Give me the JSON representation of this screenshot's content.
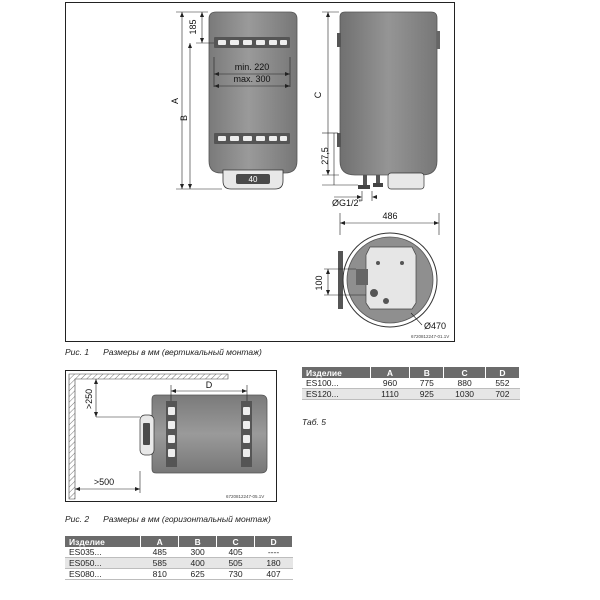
{
  "figure1": {
    "caption_number": "Рис. 1",
    "caption_text": "Размеры в мм (вертикальный монтаж)",
    "labels": {
      "dim_185": "185",
      "dim_a": "A",
      "dim_b": "B",
      "dim_c": "C",
      "dim_min": "min. 220",
      "dim_max": "max. 300",
      "dim_275": "27,5",
      "dim_g12": "ØG1/2\"",
      "dim_486": "486",
      "dim_100": "100",
      "dim_470": "Ø470",
      "display": "40",
      "image_code": "6720812247-01.1V"
    }
  },
  "figure2": {
    "caption_number": "Рис. 2",
    "caption_text": "Размеры в мм (горизонтальный монтаж)",
    "labels": {
      "dim_250": ">250",
      "dim_500": ">500",
      "dim_d": "D",
      "image_code": "6720812247-05.1V"
    }
  },
  "table5": {
    "caption": "Таб. 5",
    "headers": [
      "Изделие",
      "A",
      "B",
      "C",
      "D"
    ],
    "rows": [
      [
        "ES100...",
        "960",
        "775",
        "880",
        "552"
      ],
      [
        "ES120...",
        "1110",
        "925",
        "1030",
        "702"
      ]
    ]
  },
  "table6": {
    "headers": [
      "Изделие",
      "A",
      "B",
      "C",
      "D"
    ],
    "rows": [
      [
        "ES035...",
        "485",
        "300",
        "405",
        "----"
      ],
      [
        "ES050...",
        "585",
        "400",
        "505",
        "180"
      ],
      [
        "ES080...",
        "810",
        "625",
        "730",
        "407"
      ]
    ]
  },
  "colors": {
    "tank": "#8c8c8c",
    "tank_edge": "#6e6e6e",
    "header_bg": "#6b6b6b",
    "row_alt": "#e6e6e6"
  }
}
